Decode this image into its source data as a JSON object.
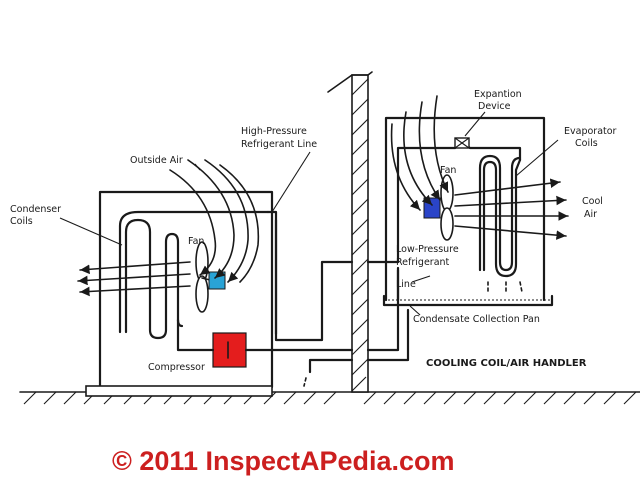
{
  "labels": {
    "condenser_coils": [
      "Condenser",
      "Coils"
    ],
    "outside_air": "Outside Air",
    "fan_outdoor": "Fan",
    "high_pressure_line": [
      "High-Pressure",
      "Refrigerant Line"
    ],
    "compressor": "Compressor",
    "expansion_device": [
      "Expantion",
      "Device"
    ],
    "evaporator_coils": [
      "Evaporator",
      "Coils"
    ],
    "fan_indoor": "Fan",
    "low_pressure_line": [
      "Low-Pressure",
      "Refrigerant",
      "Line"
    ],
    "cool_air": [
      "Cool",
      "Air"
    ],
    "condensate_pan": "Condensate Collection Pan",
    "cooling_coil_title": "COOLING COIL/AIR HANDLER"
  },
  "copyright": "© 2011 InspectAPedia.com",
  "colors": {
    "line": "#1a1a1a",
    "fan_motor_outdoor": "#29a3d6",
    "fan_motor_indoor": "#2a44c8",
    "compressor": "#e41d1d",
    "copyright_text": "#cc1f1f"
  }
}
